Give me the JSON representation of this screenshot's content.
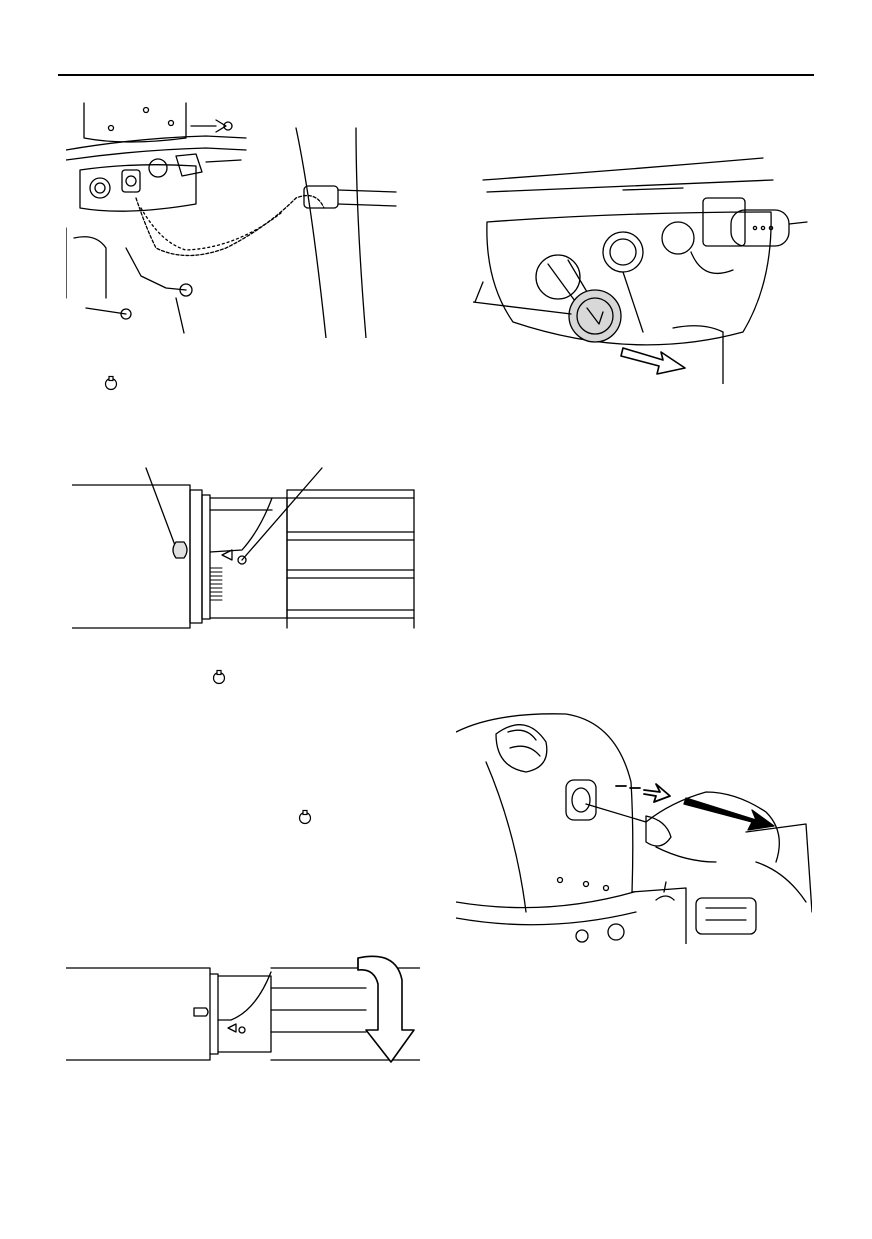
{
  "page": {
    "background": "#ffffff",
    "ink": "#000000"
  },
  "icons": [
    "lock-mark-icon",
    "lock-mark-icon",
    "lock-mark-icon"
  ],
  "figures": [
    "engine-stop-lanyard-illustration",
    "throttle-grip-lock-mark-illustration",
    "throttle-grip-turn-illustration",
    "stop-button-pull-illustration",
    "emergency-stop-pull-illustration"
  ]
}
